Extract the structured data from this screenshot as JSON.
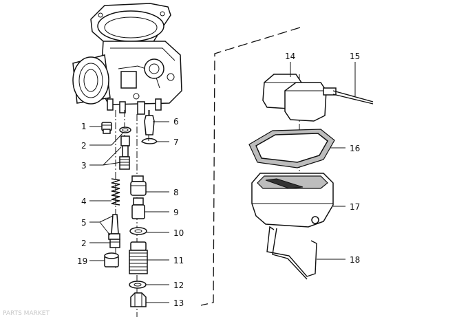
{
  "labels": [
    {
      "id": "callout-1",
      "text": "1"
    },
    {
      "id": "callout-2a",
      "text": "2"
    },
    {
      "id": "callout-2b",
      "text": "2"
    },
    {
      "id": "callout-3",
      "text": "3"
    },
    {
      "id": "callout-4",
      "text": "4"
    },
    {
      "id": "callout-5",
      "text": "5"
    },
    {
      "id": "callout-6",
      "text": "6"
    },
    {
      "id": "callout-7",
      "text": "7"
    },
    {
      "id": "callout-8",
      "text": "8"
    },
    {
      "id": "callout-9",
      "text": "9"
    },
    {
      "id": "callout-10",
      "text": "10"
    },
    {
      "id": "callout-11",
      "text": "11"
    },
    {
      "id": "callout-12",
      "text": "12"
    },
    {
      "id": "callout-13",
      "text": "13"
    },
    {
      "id": "callout-14",
      "text": "14"
    },
    {
      "id": "callout-15",
      "text": "15"
    },
    {
      "id": "callout-16",
      "text": "16"
    },
    {
      "id": "callout-17",
      "text": "17"
    },
    {
      "id": "callout-18",
      "text": "18"
    },
    {
      "id": "callout-19",
      "text": "19"
    }
  ],
  "watermark": "PARTS MARKET"
}
